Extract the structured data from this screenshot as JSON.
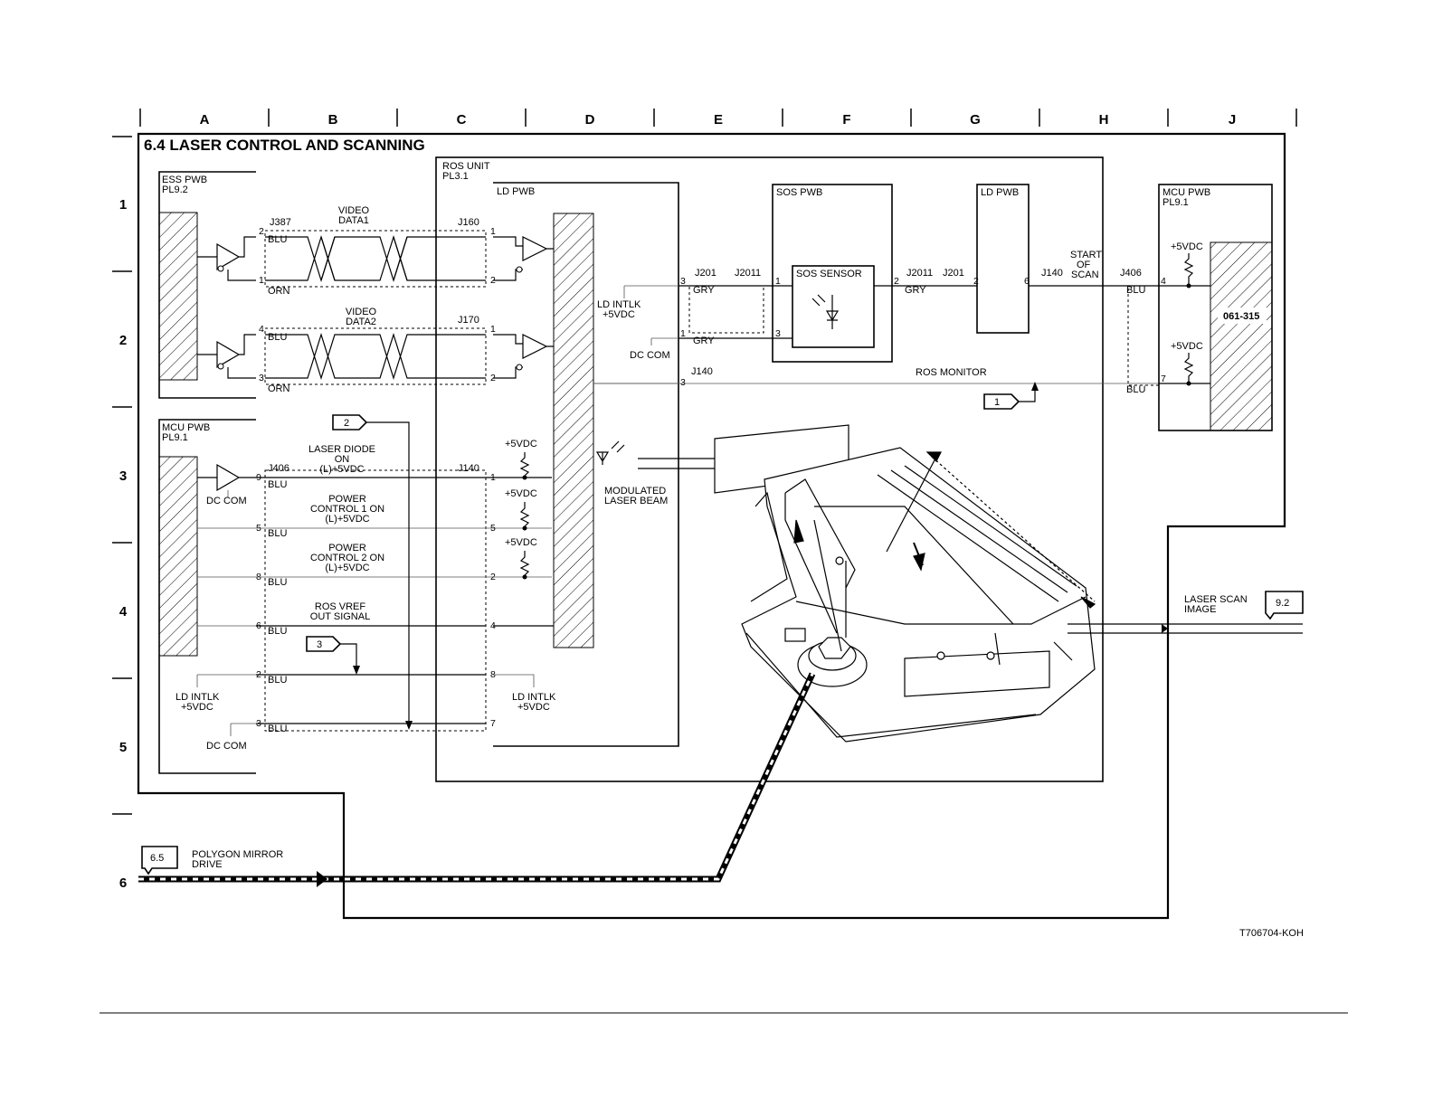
{
  "grid": {
    "columns": [
      "A",
      "B",
      "C",
      "D",
      "E",
      "F",
      "G",
      "H",
      "J"
    ],
    "rows": [
      "1",
      "2",
      "3",
      "4",
      "5",
      "6"
    ]
  },
  "title": "6.4 LASER CONTROL AND SCANNING",
  "footer_code": "T706704-KOH",
  "ess_pwb": {
    "name": "ESS PWB",
    "ref": "PL9.2"
  },
  "mcu_pwb_left": {
    "name": "MCU PWB",
    "ref": "PL9.1",
    "dc_com": "DC COM",
    "ld_intlk": "LD INTLK",
    "ld_intlk_v": "+5VDC",
    "dc_com2": "DC COM"
  },
  "ros_unit": {
    "name": "ROS UNIT",
    "ref": "PL3.1"
  },
  "ld_pwb": {
    "name": "LD PWB",
    "ld_intlk": "LD INTLK",
    "ld_intlk_v": "+5VDC"
  },
  "sos_pwb": {
    "name": "SOS PWB",
    "sensor": "SOS SENSOR"
  },
  "ld_pwb2": {
    "name": "LD PWB"
  },
  "mcu_pwb_right": {
    "name": "MCU PWB",
    "ref": "PL9.1",
    "code": "061-315",
    "v1": "+5VDC",
    "v2": "+5VDC"
  },
  "connectors": {
    "j387": "J387",
    "j160": "J160",
    "j170": "J170",
    "j406_left": "J406",
    "j140_left": "J140",
    "j201": "J201",
    "j2011": "J2011",
    "j2011b": "J2011",
    "j201b": "J201",
    "j140_right": "J140",
    "j406_right": "J406",
    "j140_mon": "J140"
  },
  "signals": {
    "video1_a": "VIDEO",
    "video1_b": "DATA1",
    "video2_a": "VIDEO",
    "video2_b": "DATA2",
    "ld_on_a": "LASER DIODE",
    "ld_on_b": "ON",
    "ld_on_c": "(L)+5VDC",
    "pc1_a": "POWER",
    "pc1_b": "CONTROL 1 ON",
    "pc1_c": "(L)+5VDC",
    "pc2_a": "POWER",
    "pc2_b": "CONTROL 2 ON",
    "pc2_c": "(L)+5VDC",
    "vref_a": "ROS VREF",
    "vref_b": "OUT SIGNAL",
    "ld_intlk_a": "LD INTLK",
    "ld_intlk_b": "+5VDC",
    "dc_com": "DC COM",
    "sos_a": "START",
    "sos_b": "OF",
    "sos_c": "SCAN",
    "ros_monitor": "ROS MONITOR",
    "mod_a": "MODULATED",
    "mod_b": "LASER BEAM",
    "scan_a": "LASER SCAN",
    "scan_b": "IMAGE",
    "poly_a": "POLYGON MIRROR",
    "poly_b": "DRIVE",
    "v5_1": "+5VDC",
    "v5_2": "+5VDC",
    "v5_3": "+5VDC"
  },
  "wire_colors": {
    "blu": "BLU",
    "orn": "ORN",
    "gry": "GRY"
  },
  "pins": {
    "ess": [
      "2",
      "1",
      "4",
      "3"
    ],
    "ld_in": [
      "1",
      "2",
      "1",
      "2"
    ],
    "mcu": [
      "9",
      "5",
      "8",
      "6",
      "2",
      "3"
    ],
    "ld_in2": [
      "1",
      "5",
      "2",
      "4",
      "8",
      "7"
    ],
    "ld_out": [
      "3",
      "1",
      "3"
    ],
    "sos_in": [
      "1",
      "3"
    ],
    "sos_out": "2",
    "ld2_in": "2",
    "ld2_out": "6",
    "mcu_r": [
      "4",
      "7"
    ]
  },
  "flags": {
    "f1": "1",
    "f2": "2",
    "f3": "3",
    "f65": "6.5",
    "f92": "9.2"
  }
}
